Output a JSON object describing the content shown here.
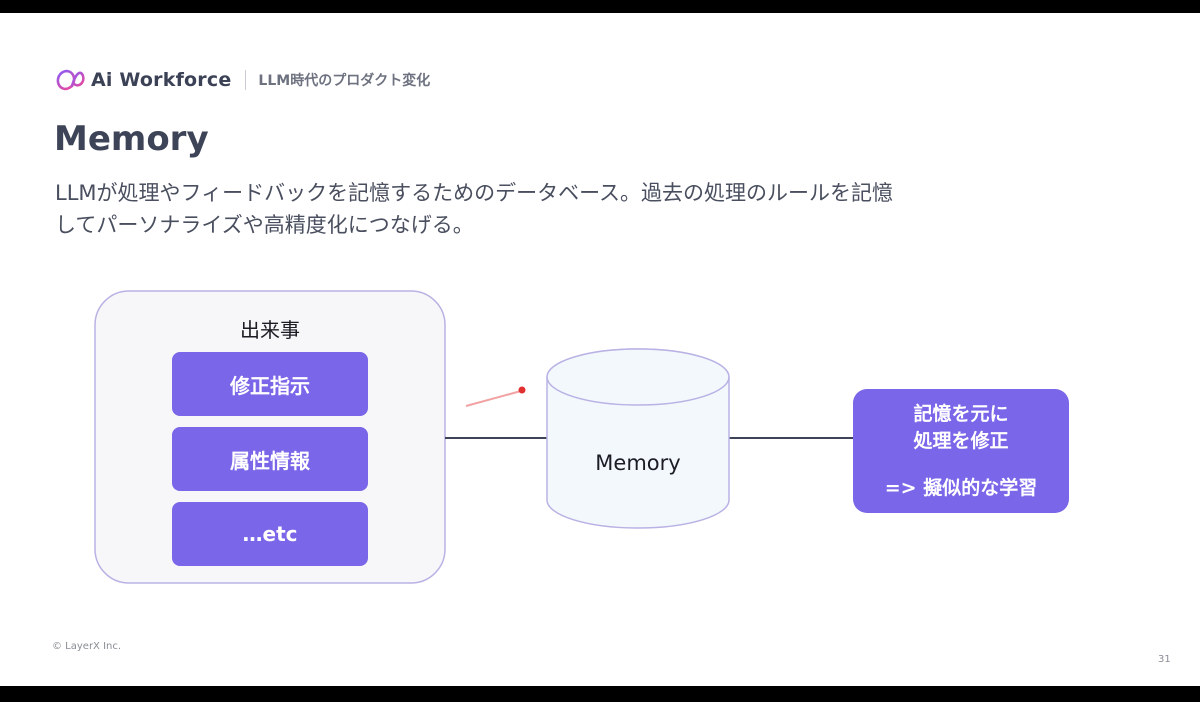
{
  "header": {
    "brand_name": "Ai Workforce",
    "subtitle": "LLM時代のプロダクト変化"
  },
  "slide": {
    "title": "Memory",
    "description_lines": [
      "LLMが処理やフィードバックを記憶するためのデータベース。過去の処理のルールを記憶",
      "してパーソナライズや高精度化につなげる。"
    ]
  },
  "diagram": {
    "events_panel": {
      "label": "出来事",
      "items": [
        "修正指示",
        "属性情報",
        "…etc"
      ]
    },
    "database": {
      "label": "Memory"
    },
    "result": {
      "lines": [
        "記憶を元に",
        "処理を修正"
      ],
      "note": "=> 擬似的な学習"
    }
  },
  "footer": {
    "copyright": "© LayerX Inc.",
    "page_number": "31"
  },
  "colors": {
    "accent": "#7966e8",
    "panel_bg": "#f7f7f9",
    "panel_border": "#b9b2e4",
    "cylinder_fill": "#f3f8fc",
    "connector": "#3e4457",
    "title": "#3e4457",
    "laser_pointer": "#e23030"
  }
}
